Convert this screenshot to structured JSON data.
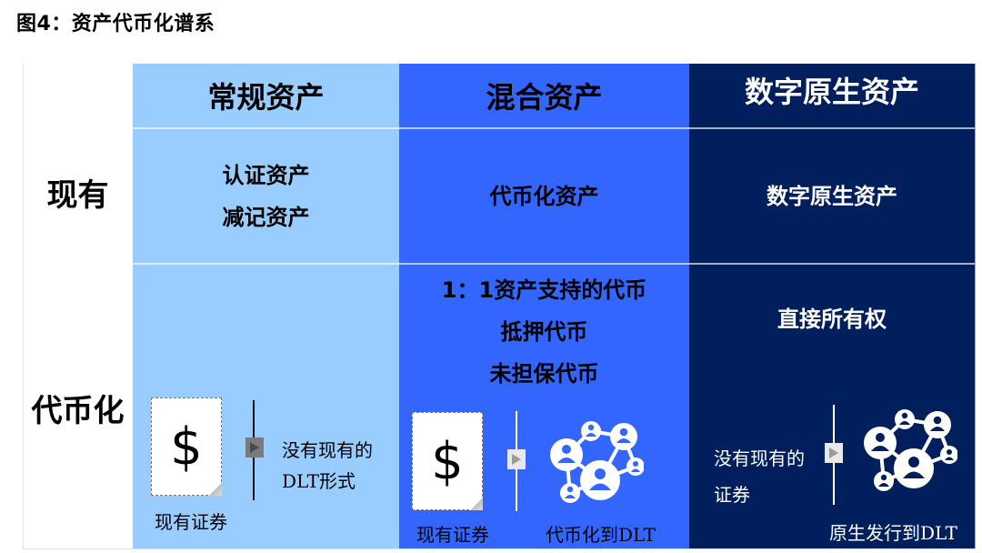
{
  "title": "图4：资产代币化谱系",
  "row_labels": {
    "existing": "现有",
    "tokenized": "代币化"
  },
  "columns": [
    {
      "header": "常规资产",
      "color": "#99CCFF",
      "text_color": "#000000",
      "existing": [
        "认证资产",
        "减记资产"
      ],
      "tokenized": {
        "left_caption": "现有证券",
        "right_text_line1": "没有现有的",
        "right_text_line2": "DLT形式"
      }
    },
    {
      "header": "混合资产",
      "color": "#3366FF",
      "text_color": "#000000",
      "existing": [
        "代币化资产"
      ],
      "tokenized": {
        "items": [
          "1：1资产支持的代币",
          "抵押代币",
          "未担保代币"
        ],
        "left_caption": "现有证券",
        "right_caption": "代币化到DLT"
      }
    },
    {
      "header": "数字原生资产",
      "color": "#001F5C",
      "text_color": "#FFFFFF",
      "existing": [
        "数字原生资产"
      ],
      "tokenized": {
        "items": [
          "直接所有权"
        ],
        "left_text_line1": "没有现有的",
        "left_text_line2": "证券",
        "right_caption": "原生发行到DLT"
      }
    }
  ],
  "icons": {
    "dollar": "$",
    "arrow": "play-arrow-icon",
    "network": "network-people-icon"
  }
}
